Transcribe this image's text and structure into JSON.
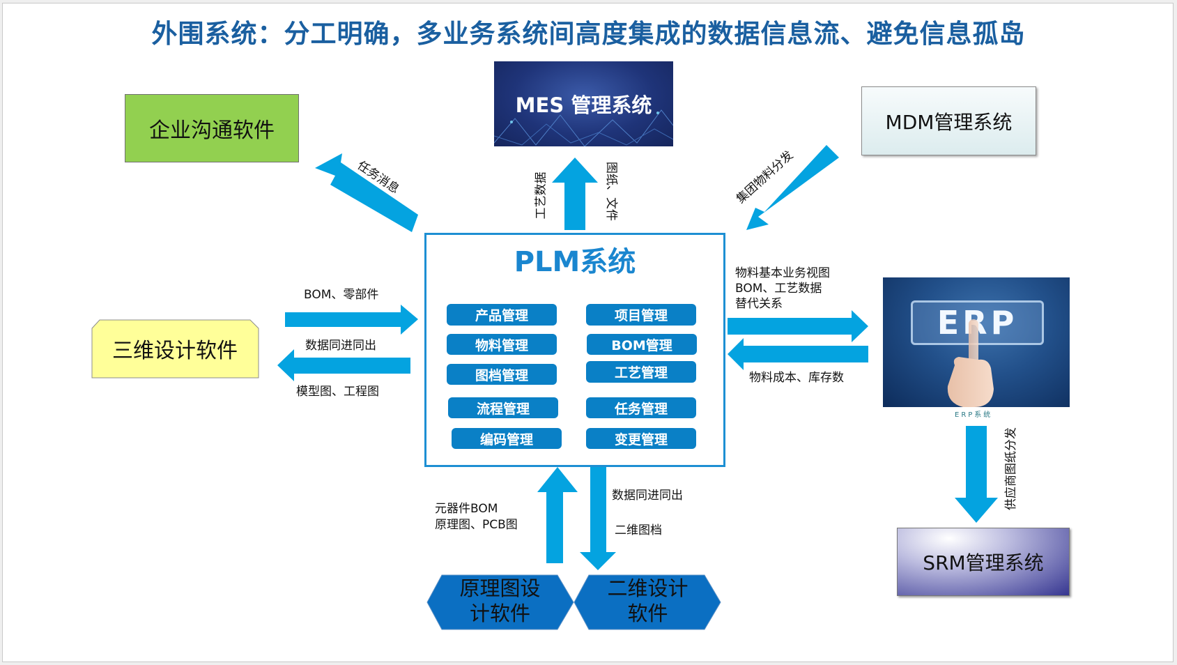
{
  "title": "外围系统：分工明确，多业务系统间高度集成的数据信息流、避免信息孤岛",
  "colors": {
    "title": "#1a5fa0",
    "arrow": "#04a3e0",
    "plm_border": "#1d8fd3",
    "module_fill": "#0a80c6",
    "enterprise_comm_fill": "#92d050",
    "cad_fill": "#ffff99",
    "hex_fill": "#0b6fc2"
  },
  "systems": {
    "enterprise_comm": "企业沟通软件",
    "mes": "MES 管理系统",
    "mdm": "MDM管理系统",
    "cad3d": "三维设计软件",
    "erp_logo": "ERP",
    "erp_caption": "ERP系统",
    "srm": "SRM管理系统",
    "schematic": [
      "原理图设",
      "计软件"
    ],
    "cad2d": [
      "二维设计",
      "软件"
    ]
  },
  "plm": {
    "title": "PLM系统",
    "modules_left": [
      "产品管理",
      "物料管理",
      "图档管理",
      "流程管理",
      "编码管理"
    ],
    "modules_right": [
      "项目管理",
      "BOM管理",
      "工艺管理",
      "任务管理",
      "变更管理"
    ]
  },
  "flows": {
    "to_comm": "任务消息",
    "to_mes_left": "工艺数据",
    "to_mes_right": "图纸、文件",
    "from_mdm": "集团物料分发",
    "to_cad3d_top": "BOM、零部件",
    "cad3d_mid": "数据同进同出",
    "cad3d_bottom": "模型图、工程图",
    "to_erp": [
      "物料基本业务视图",
      "BOM、工艺数据",
      "替代关系"
    ],
    "from_erp": "物料成本、库存数",
    "erp_to_srm": "供应商图纸分发",
    "schematic_up": [
      "元器件BOM",
      "原理图、PCB图"
    ],
    "cad2d_top": "数据同进同出",
    "cad2d_bottom": "二维图档"
  }
}
